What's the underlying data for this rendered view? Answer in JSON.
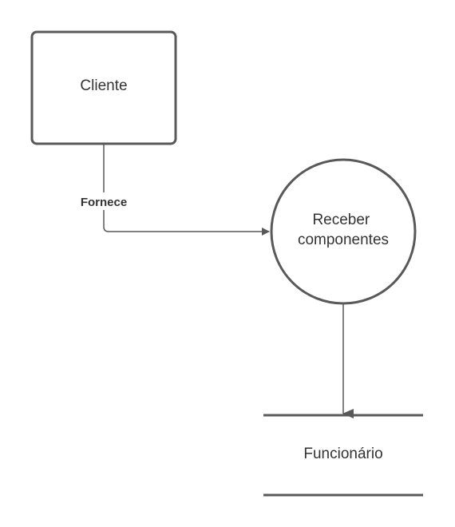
{
  "diagram": {
    "type": "data-flow-diagram",
    "colors": {
      "stroke": "#595959",
      "text": "#333333",
      "background": "#ffffff"
    },
    "nodes": {
      "external_entity": {
        "label": "Cliente"
      },
      "process": {
        "label_line1": "Receber",
        "label_line2": "componentes"
      },
      "data_store": {
        "label": "Funcionário"
      }
    },
    "edges": {
      "cliente_to_process": {
        "label": "Fornece"
      },
      "process_to_store": {
        "label": ""
      }
    }
  }
}
